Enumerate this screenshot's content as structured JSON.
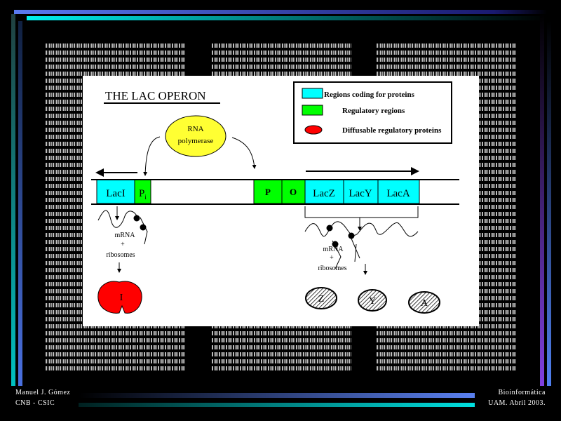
{
  "title": "THE LAC OPERON",
  "legend": [
    {
      "label": "Regions coding for proteins",
      "color": "#00ffff"
    },
    {
      "label": "Regulatory regions",
      "color": "#00ff00"
    },
    {
      "label": "Diffusable regulatory proteins",
      "color": "#ff0000"
    }
  ],
  "polymerase": {
    "line1": "RNA",
    "line2": "polymerase",
    "color": "#ffff33"
  },
  "genes": {
    "laci": "LacI",
    "pi": "P",
    "pi_sub": "i",
    "p": "P",
    "o": "O",
    "lacz": "LacZ",
    "lacy": "LacY",
    "laca": "LacA"
  },
  "transcription_left": {
    "mrna": "mRNA",
    "plus": "+",
    "ribosomes": "ribosomes",
    "protein": "I"
  },
  "transcription_right": {
    "mrna": "mRNA",
    "plus": "+",
    "ribosomes": "ribosomes",
    "proteins": [
      "Z",
      "Y",
      "A"
    ]
  },
  "footer": {
    "author": "Manuel J. Gómez",
    "institution": "CNB - CSIC",
    "course": "Bioinformática",
    "place_date": "UAM. Abril 2003."
  }
}
